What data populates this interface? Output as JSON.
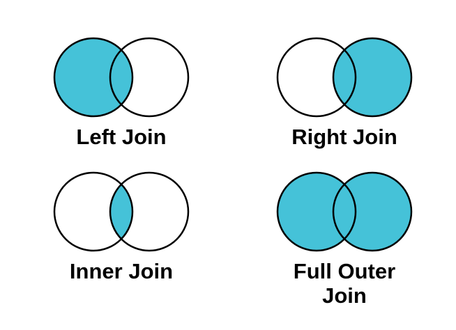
{
  "page": {
    "background": "#FFFFFF"
  },
  "colors": {
    "fill": "#45C2D8",
    "stroke": "#000000",
    "text": "#000000"
  },
  "diagrams": [
    {
      "id": "left-join",
      "label": "Left Join",
      "fills": {
        "left": true,
        "right": false,
        "intersection": false
      }
    },
    {
      "id": "right-join",
      "label": "Right Join",
      "fills": {
        "left": false,
        "right": true,
        "intersection": false
      }
    },
    {
      "id": "inner-join",
      "label": "Inner Join",
      "fills": {
        "left": false,
        "right": false,
        "intersection": true
      }
    },
    {
      "id": "full-outer-join",
      "label": "Full Outer Join",
      "fills": {
        "left": true,
        "right": true,
        "intersection": true
      }
    }
  ]
}
